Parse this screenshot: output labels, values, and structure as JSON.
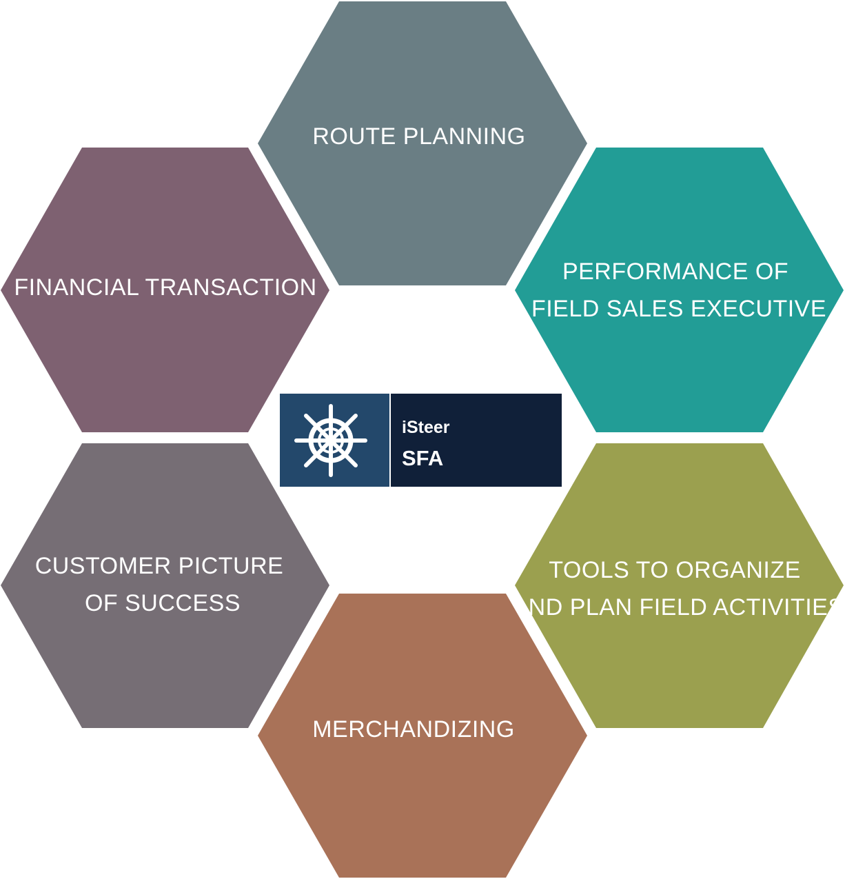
{
  "hexagons": [
    {
      "id": "route",
      "lines": [
        "ROUTE PLANNING"
      ],
      "color": "#6a7e84"
    },
    {
      "id": "financial",
      "lines": [
        "FINANCIAL TRANSACTION"
      ],
      "color": "#7e6171"
    },
    {
      "id": "performance",
      "lines": [
        "PERFORMANCE OF",
        "FIELD SALES EXECUTIVE"
      ],
      "color": "#229d96"
    },
    {
      "id": "customer",
      "lines": [
        "CUSTOMER PICTURE",
        "OF SUCCESS"
      ],
      "color": "#766e75"
    },
    {
      "id": "tools",
      "lines": [
        "TOOLS TO ORGANIZE",
        "AND PLAN FIELD ACTIVITIES"
      ],
      "color": "#9ba04f"
    },
    {
      "id": "merch",
      "lines": [
        "MERCHANDIZING"
      ],
      "color": "#a97258"
    }
  ],
  "brand": {
    "name": "iSteer",
    "product": "SFA",
    "icon": "ship-wheel-icon",
    "icon_bg": "#23486b",
    "text_bg": "#102039"
  }
}
